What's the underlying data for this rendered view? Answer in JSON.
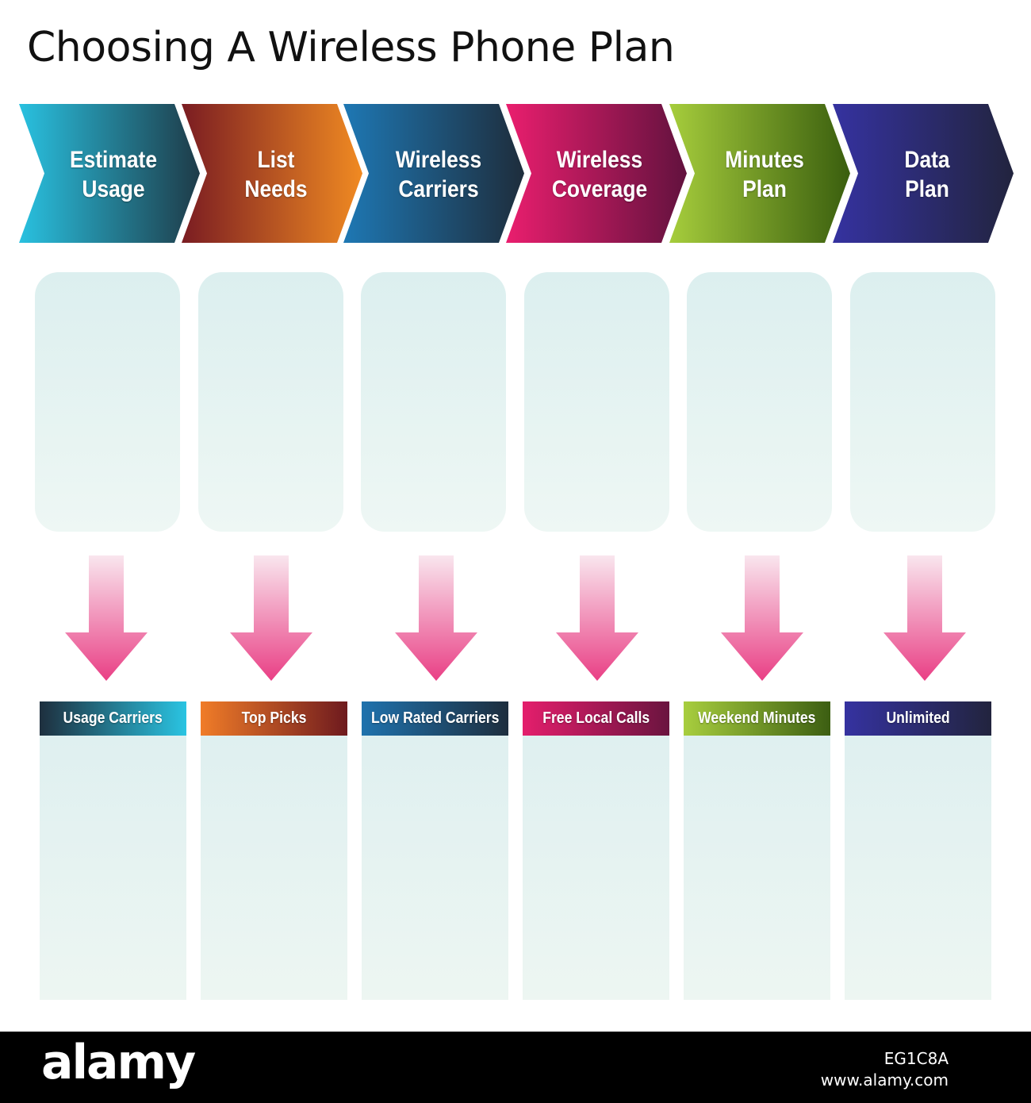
{
  "title": "Choosing A Wireless Phone Plan",
  "steps": [
    {
      "line1": "Estimate",
      "line2": "Usage",
      "color_start": "#29c1e0",
      "color_end": "#1e3b48"
    },
    {
      "line1": "List",
      "line2": "Needs",
      "color_start": "#7a1c22",
      "color_end": "#f08a22"
    },
    {
      "line1": "Wireless",
      "line2": "Carriers",
      "color_start": "#1e78b4",
      "color_end": "#1e2d3c"
    },
    {
      "line1": "Wireless",
      "line2": "Coverage",
      "color_start": "#ea1e6e",
      "color_end": "#62123e"
    },
    {
      "line1": "Minutes",
      "line2": "Plan",
      "color_start": "#a6cd3c",
      "color_end": "#3a5e0e"
    },
    {
      "line1": "Data",
      "line2": "Plan",
      "color_start": "#3532a0",
      "color_end": "#22243e"
    }
  ],
  "cards": [
    {
      "label": "Usage Carriers",
      "color_start": "#1e2f3e",
      "color_end": "#2ac4e2"
    },
    {
      "label": "Top Picks",
      "color_start": "#f07c28",
      "color_end": "#6e1a1e"
    },
    {
      "label": "Low Rated Carriers",
      "color_start": "#1f72ad",
      "color_end": "#1e2e3e"
    },
    {
      "label": "Free Local Calls",
      "color_start": "#e41e6c",
      "color_end": "#6a143f"
    },
    {
      "label": "Weekend Minutes",
      "color_start": "#a8ce3e",
      "color_end": "#3c5e12"
    },
    {
      "label": "Unlimited",
      "color_start": "#3532a0",
      "color_end": "#22243e"
    }
  ],
  "arrow_colors": {
    "top": "#f9e6ee",
    "bottom": "#e93f85"
  },
  "footer": {
    "logo": "alamy",
    "image_id": "EG1C8A",
    "url": "www.alamy.com"
  }
}
